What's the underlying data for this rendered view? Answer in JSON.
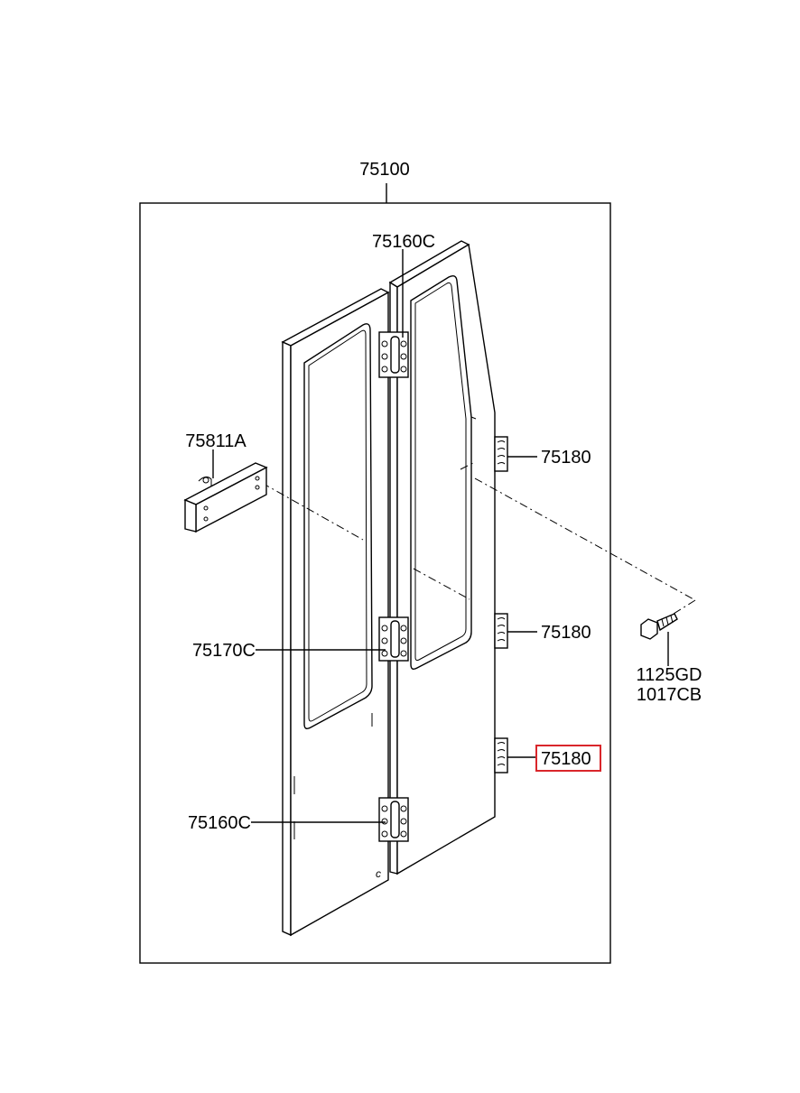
{
  "parts": {
    "assembly": "75100",
    "hinge_upper": "75160C",
    "bracket": "75811A",
    "striker_1": "75180",
    "striker_2": "75180",
    "striker_3": "75180",
    "hinge_middle": "75170C",
    "hinge_lower": "75160C",
    "bolt_code_1": "1125GD",
    "bolt_code_2": "1017CB"
  },
  "highlight": {
    "part": "75180",
    "color": "#d9262b"
  }
}
